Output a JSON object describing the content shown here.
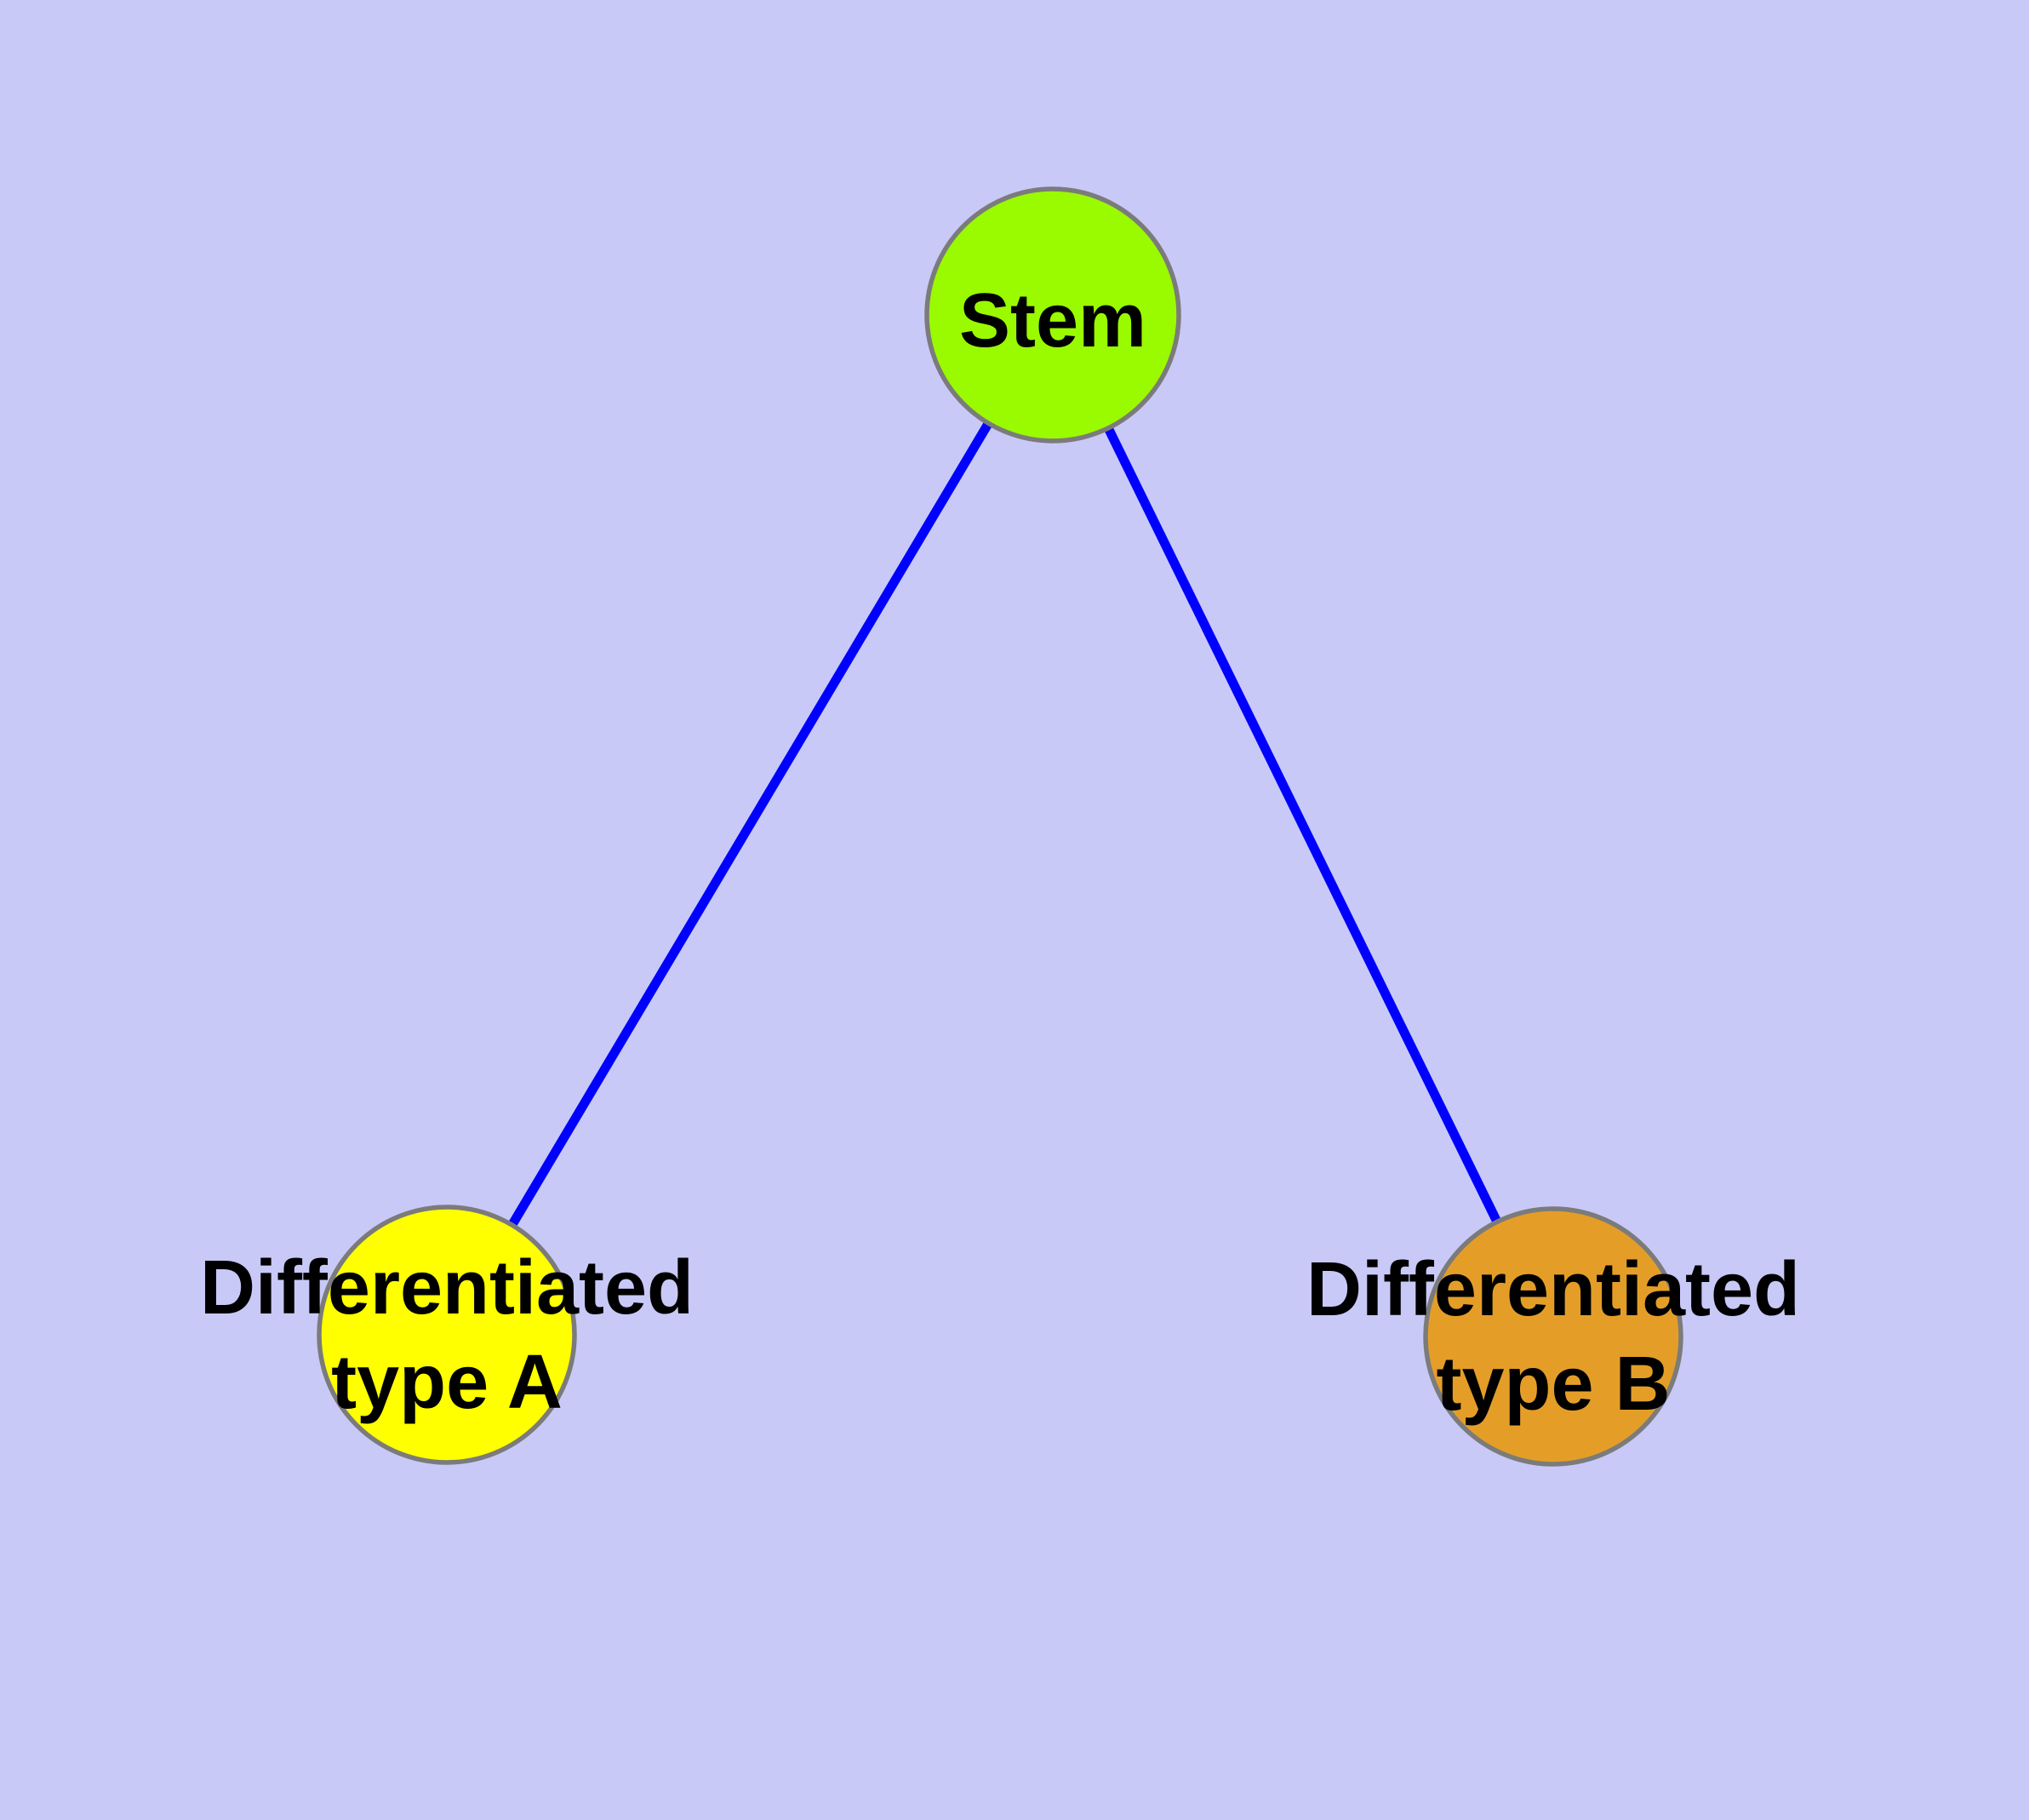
{
  "diagram": {
    "type": "node-link-graph",
    "background_color": "#c9c9f8",
    "edge_color": "#0000ff",
    "node_border_color": "#7b7b7b",
    "text_color": "#000000",
    "nodes": [
      {
        "id": "stem",
        "label": "Stem",
        "fill": "#9afa00"
      },
      {
        "id": "differentiated-type-a",
        "label_line1": "Differentiated",
        "label_line2": "type A",
        "fill": "#ffff00"
      },
      {
        "id": "differentiated-type-b",
        "label_line1": "Differentiated",
        "label_line2": "type B",
        "fill": "#e49e28"
      }
    ],
    "edges": [
      {
        "from": "Stem",
        "to": "Differentiated type A"
      },
      {
        "from": "Stem",
        "to": "Differentiated type B"
      }
    ]
  }
}
